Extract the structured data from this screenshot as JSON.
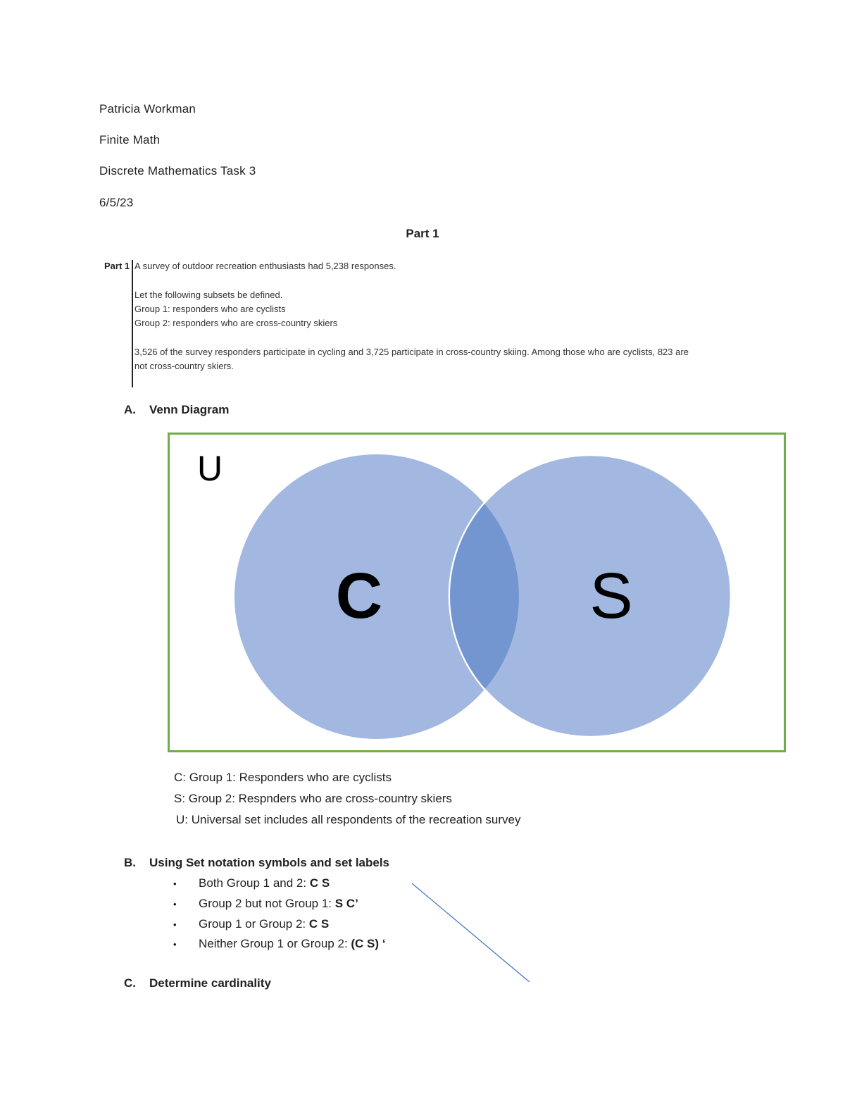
{
  "header": {
    "author": "Patricia Workman",
    "course": "Finite Math",
    "assignment": "Discrete Mathematics Task 3",
    "date": "6/5/23"
  },
  "part_title": "Part 1",
  "problem": {
    "label": "Part 1",
    "lines": [
      "A survey of outdoor recreation enthusiasts had 5,238 responses.",
      "Let the following subsets be defined.",
      "Group 1: responders who are cyclists",
      "Group 2: responders who are cross-country skiers",
      "3,526 of the survey responders participate in cycling and 3,725 participate in cross-country skiing. Among those who are cyclists, 823 are",
      "not cross-country skiers."
    ]
  },
  "section_a": {
    "letter": "A.",
    "title": "Venn Diagram",
    "venn": {
      "universe_label": "U",
      "set_left_label": "C",
      "set_right_label": "S",
      "colors": {
        "frame": "#70ad47",
        "circle": "#a2b8e0",
        "intersection": "#7396d0",
        "label": "#000000"
      }
    },
    "legend": [
      "C: Group 1:  Responders who are cyclists",
      "S: Group 2: Respnders who are cross-country skiers",
      "U:  Universal set includes all respondents of the recreation survey"
    ]
  },
  "section_b": {
    "letter": "B.",
    "title": "Using Set notation symbols  and set labels",
    "bullet_glyph": "•",
    "items": [
      {
        "text": "Both Group 1 and 2:  ",
        "notation": "C  S"
      },
      {
        "text": "Group 2 but not Group 1: ",
        "notation": "S  C’"
      },
      {
        "text": "Group 1  or Group 2: ",
        "notation": "C  S"
      },
      {
        "text": "Neither Group 1 or Group 2: ",
        "notation": "(C  S) ‘"
      }
    ]
  },
  "section_c": {
    "letter": "C.",
    "title": "Determine cardinality"
  },
  "annotation": {
    "color": "#4472c4"
  }
}
